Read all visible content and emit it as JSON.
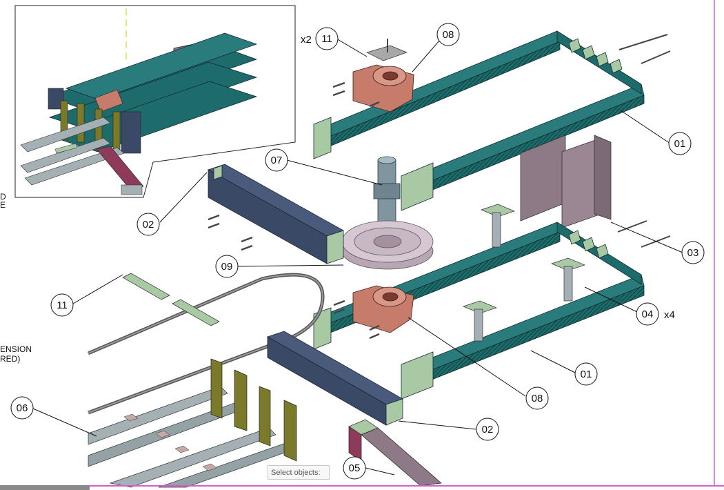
{
  "drawing": {
    "balloons": [
      {
        "id": "b11-top",
        "label": "11"
      },
      {
        "id": "b08-top",
        "label": "08"
      },
      {
        "id": "b01-top",
        "label": "01"
      },
      {
        "id": "b07",
        "label": "07"
      },
      {
        "id": "b02-left",
        "label": "02"
      },
      {
        "id": "b09",
        "label": "09"
      },
      {
        "id": "b03",
        "label": "03"
      },
      {
        "id": "b11-left",
        "label": "11"
      },
      {
        "id": "b04",
        "label": "04"
      },
      {
        "id": "b01-bottom",
        "label": "01"
      },
      {
        "id": "b06",
        "label": "06"
      },
      {
        "id": "b08-bottom",
        "label": "08"
      },
      {
        "id": "b02-bottom",
        "label": "02"
      },
      {
        "id": "b05",
        "label": "05"
      }
    ],
    "qty_top": "x2",
    "qty_04": "x4",
    "notes": {
      "left_a1": "D",
      "left_a2": "E",
      "left_b1": "ENSION",
      "left_b2": "RED)"
    }
  },
  "command_line": {
    "hint": "Select objects:"
  },
  "colors": {
    "beam_teal": "#1e6b6b",
    "beam_navy": "#3a4a66",
    "bracket_olive": "#7a7a2a",
    "bearing_salmon": "#c77b6a",
    "plate_mint": "#a9c9a4",
    "panel_mauve": "#8e7a86",
    "rail_gray": "#a4b0b4",
    "viewport_line": "#d65bd6"
  }
}
